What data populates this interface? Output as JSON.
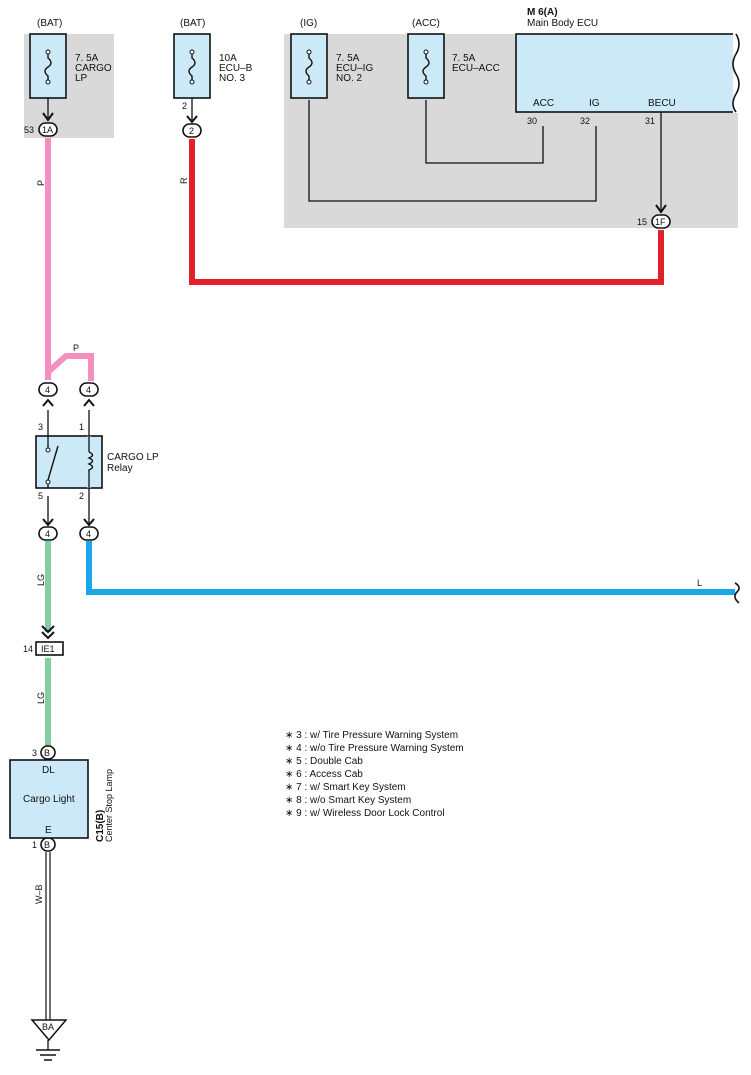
{
  "colors": {
    "pink": "#f48fc0",
    "red": "#e3202a",
    "blue": "#1aa7e8",
    "green": "#7fcfa0",
    "shade": "#d9d9d9",
    "component_fill": "#cce9f7"
  },
  "fuses": {
    "cargo_lp": {
      "source": "(BAT)",
      "label": [
        "7. 5A",
        "CARGO",
        "LP"
      ]
    },
    "ecu_b": {
      "source": "(BAT)",
      "label": [
        "10A",
        "ECU–B",
        "NO. 3"
      ]
    },
    "ecu_ig": {
      "source": "(IG)",
      "label": [
        "7. 5A",
        "ECU–IG",
        "NO. 2"
      ]
    },
    "ecu_acc": {
      "source": "(ACC)",
      "label": [
        "7. 5A",
        "ECU–ACC"
      ]
    }
  },
  "ecu": {
    "code": "M 6(A)",
    "name": "Main Body ECU",
    "terminals": {
      "acc": "ACC",
      "ig": "IG",
      "becu": "BECU"
    },
    "pins": {
      "acc": "30",
      "ig": "32",
      "becu": "31"
    }
  },
  "connectors": {
    "j1": {
      "pin": "53",
      "code": "1A"
    },
    "j2": {
      "pin": "2",
      "code": "2"
    },
    "j2_fuse_pin": "2",
    "j3": {
      "pin": "15",
      "code": "1F"
    },
    "relay_in_left": "4",
    "relay_in_right": "4",
    "relay_out_left": "4",
    "relay_out_right": "4",
    "ie1": {
      "pin": "14",
      "code": "IE1"
    },
    "lamp_top": {
      "pin": "3",
      "code": "B"
    },
    "lamp_bottom": {
      "pin": "1",
      "code": "B"
    },
    "ground": "BA"
  },
  "wires": {
    "pink_top": "P",
    "pink_jumper": "P",
    "red": "R",
    "blue": "L",
    "green_upper": "LG",
    "green_lower": "LG",
    "ground": "W–B"
  },
  "relay": {
    "name": [
      "CARGO LP",
      "Relay"
    ],
    "pins": {
      "p3": "3",
      "p1": "1",
      "p5": "5",
      "p2": "2"
    }
  },
  "lamp": {
    "name": "Cargo Light",
    "terminal_top": "DL",
    "terminal_bottom": "E",
    "code": "C15(B)",
    "description": "Center Stop Lamp"
  },
  "legend": [
    "∗ 3 : w/ Tire Pressure Warning System",
    "∗ 4 : w/o Tire Pressure Warning System",
    "∗ 5 : Double Cab",
    "∗ 6 : Access Cab",
    "∗ 7 : w/ Smart Key System",
    "∗ 8 : w/o Smart Key System",
    "∗ 9 : w/ Wireless Door Lock Control"
  ]
}
